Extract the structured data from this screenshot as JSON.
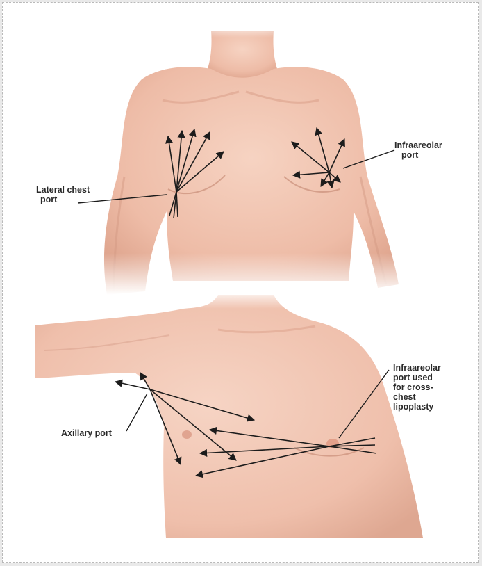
{
  "labels": {
    "lateral_chest_port": [
      "Lateral chest",
      "port"
    ],
    "infraareolar_port": [
      "Infraareolar",
      "port"
    ],
    "axillary_port": [
      "Axillary port"
    ],
    "infraareolar_cross_chest": [
      "Infraareolar",
      "port used",
      "for cross-",
      "chest",
      "lipoplasty"
    ]
  },
  "colors": {
    "skin": "#f2c7b3",
    "skin_shadow": "#d99a86",
    "arrow": "#1c1c1c",
    "frame_border": "#b9b9b9"
  }
}
